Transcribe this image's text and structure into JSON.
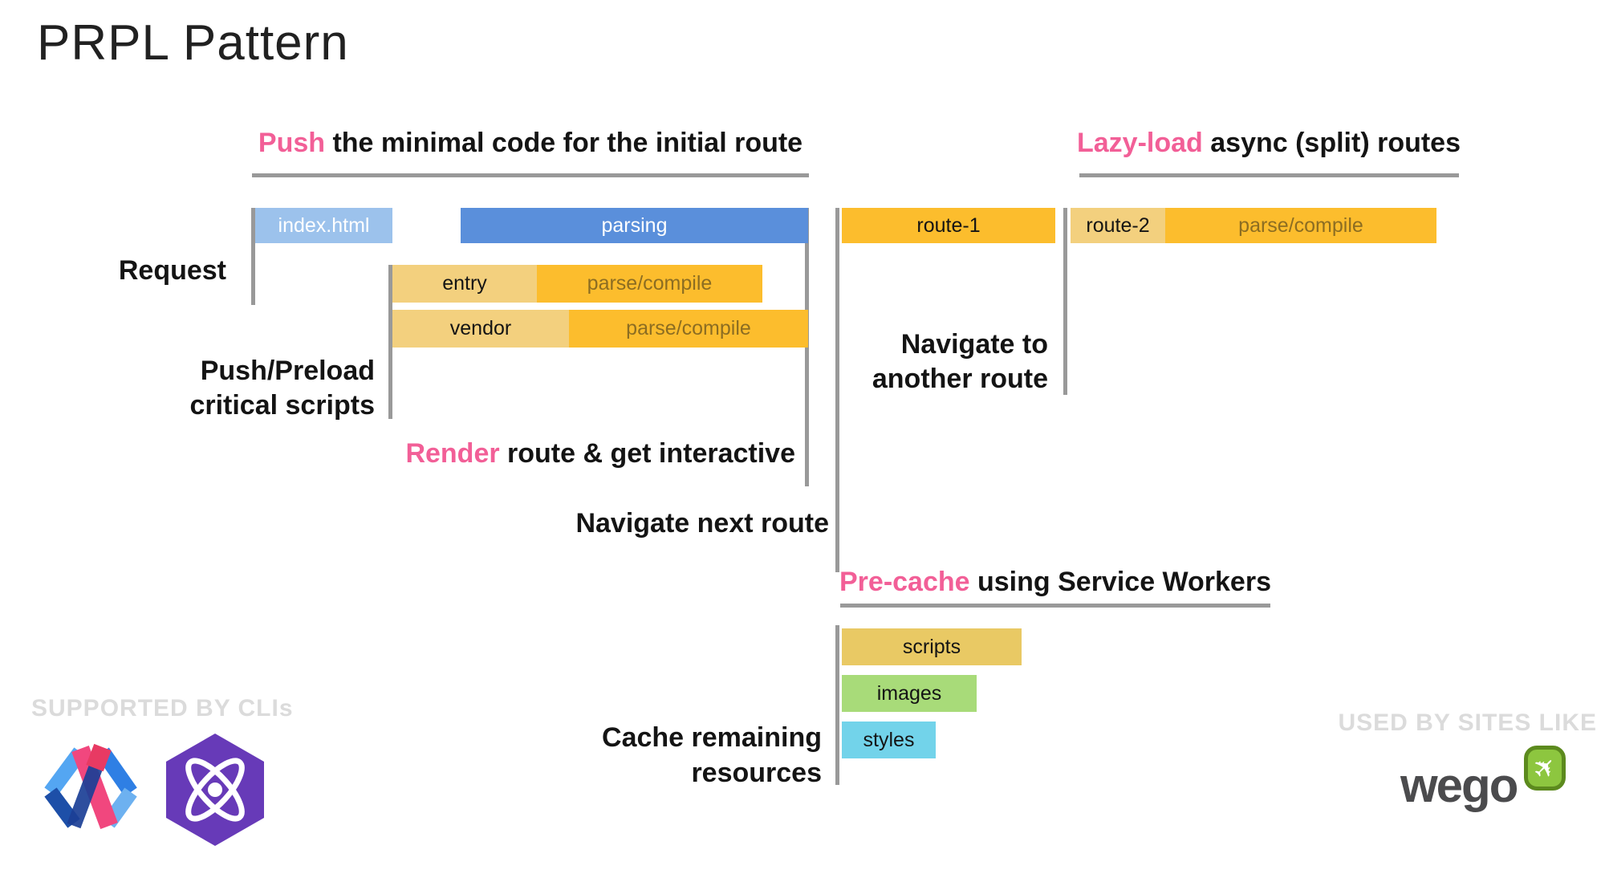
{
  "title": "PRPL Pattern",
  "sections": {
    "push": {
      "accent": "Push",
      "rest": " the minimal code for the initial route"
    },
    "lazy": {
      "accent": "Lazy-load",
      "rest": " async (split) routes"
    },
    "precache": {
      "accent": "Pre-cache",
      "rest": " using Service Workers"
    }
  },
  "labels": {
    "request": "Request",
    "push_preload": {
      "line1": "Push/Preload",
      "line2": "critical scripts"
    },
    "render": {
      "accent": "Render",
      "rest": " route & get interactive"
    },
    "navigate_next": "Navigate next route",
    "navigate_another": {
      "line1": "Navigate to",
      "line2": "another route"
    },
    "cache_remaining": {
      "line1": "Cache remaining",
      "line2": "resources"
    }
  },
  "bars": {
    "index_html": "index.html",
    "parsing": "parsing",
    "entry": "entry",
    "entry_parse": "parse/compile",
    "vendor": "vendor",
    "vendor_parse": "parse/compile",
    "route1": "route-1",
    "route2": "route-2",
    "route2_parse": "parse/compile",
    "scripts": "scripts",
    "images": "images",
    "styles": "styles"
  },
  "footer": {
    "supported": "SUPPORTED BY CLIs",
    "used": "USED BY SITES LIKE",
    "wego": "wego"
  },
  "icons": {
    "polymer": "polymer-logo",
    "preact": "preact-logo",
    "wego_plane": "airplane-icon"
  },
  "colors": {
    "accent_pink": "#f25f97",
    "bar_blue_light": "#9cc2ec",
    "bar_blue": "#5a8fdb",
    "bar_amber": "#fcbd2d",
    "bar_tan": "#f3d07e",
    "bar_gold": "#e9c964",
    "bar_green": "#a8db79",
    "bar_cyan": "#72d3ea",
    "amber_text": "#8c6d22",
    "line_gray": "#999999",
    "muted_gray": "#dbdbdb",
    "text_dark": "#141414",
    "wego_text": "#4b4b4d",
    "wego_green": "#8dc63f",
    "preact_purple": "#673ab8"
  }
}
